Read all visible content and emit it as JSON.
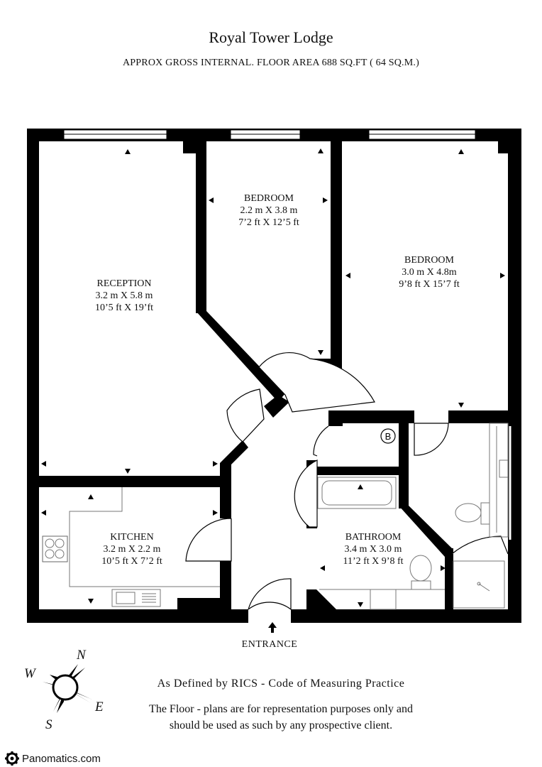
{
  "header": {
    "title": "Royal Tower Lodge",
    "subtitle": "APPROX GROSS INTERNAL. FLOOR AREA 688 SQ.FT ( 64 SQ.M.)"
  },
  "rooms": {
    "reception": {
      "name": "RECEPTION",
      "metric": "3.2 m X 5.8 m",
      "imperial": "10’5 ft X 19’ft"
    },
    "bedroom1": {
      "name": "BEDROOM",
      "metric": "2.2 m X 3.8 m",
      "imperial": "7’2 ft X 12’5 ft"
    },
    "bedroom2": {
      "name": "BEDROOM",
      "metric": "3.0 m X 4.8m",
      "imperial": "9’8 ft X 15’7 ft"
    },
    "kitchen": {
      "name": "KITCHEN",
      "metric": "3.2 m X 2.2 m",
      "imperial": "10’5 ft X 7’2 ft"
    },
    "bathroom": {
      "name": "BATHROOM",
      "metric": "3.4 m X 3.0 m",
      "imperial": "11’2 ft X 9’8 ft"
    }
  },
  "boiler_label": "B",
  "entrance_label": "ENTRANCE",
  "compass": {
    "n": "N",
    "e": "E",
    "s": "S",
    "w": "W"
  },
  "footer": {
    "rics": "As Defined by RICS - Code of Measuring Practice",
    "disclaimer_line1": "The Floor - plans are for representation purposes only and",
    "disclaimer_line2": "should be used as such by any prospective client."
  },
  "brand": {
    "name": "Panomatics.com"
  }
}
